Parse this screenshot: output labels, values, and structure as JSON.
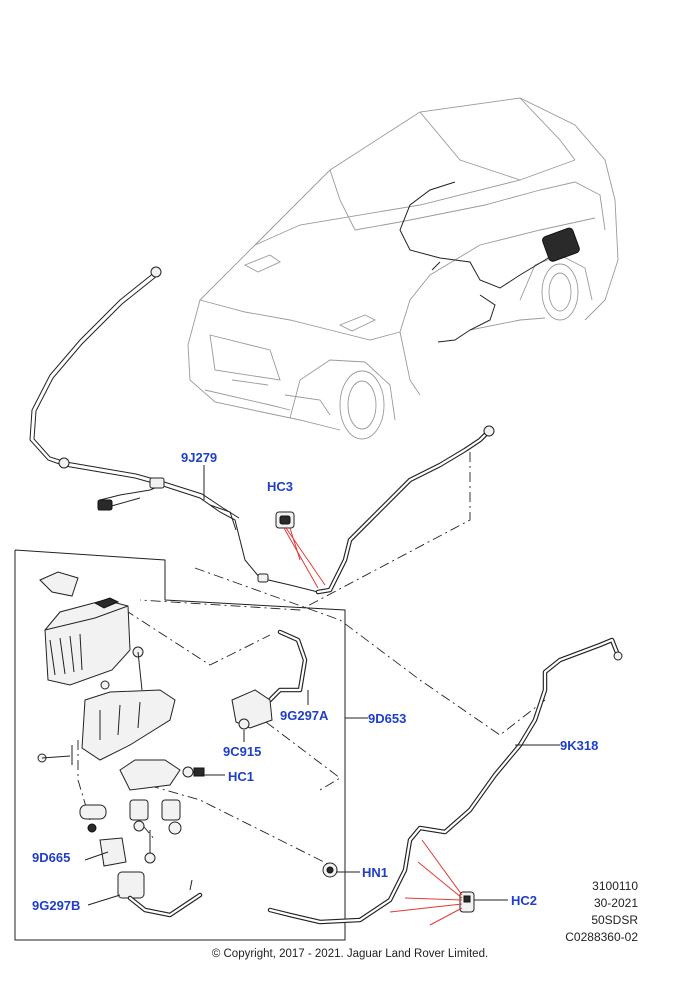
{
  "labels": {
    "l_9J279": "9J279",
    "l_HC3": "HC3",
    "l_9G297A": "9G297A",
    "l_9D653": "9D653",
    "l_9C915": "9C915",
    "l_HC1": "HC1",
    "l_9K318": "9K318",
    "l_9D665": "9D665",
    "l_HN1": "HN1",
    "l_9G297B": "9G297B",
    "l_HC2": "HC2"
  },
  "meta": {
    "line1": "3100110",
    "line2": "30-2021",
    "line3": "50SDSR",
    "line4": "C0288360-02"
  },
  "copyright": "© Copyright, 2017 - 2021. Jaguar Land Rover Limited.",
  "colors": {
    "callout": "#1f3fc8",
    "leader_red": "#e23a3a",
    "line": "#222222"
  }
}
